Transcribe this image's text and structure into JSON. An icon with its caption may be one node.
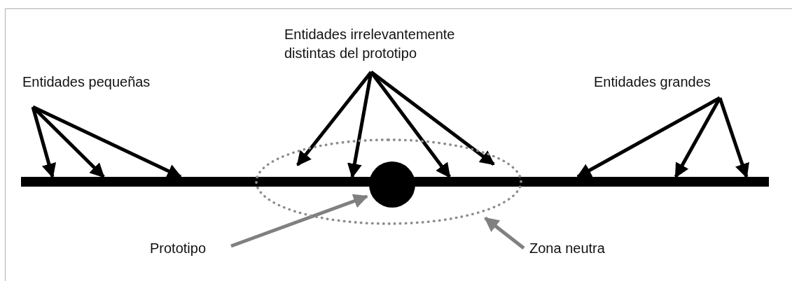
{
  "diagram": {
    "nodes": [
      {
        "text": [
          "Entidades pequeñas"
        ]
      },
      {
        "text": [
          "Entidades irrelevantemente distintas del prototipo"
        ]
      },
      {
        "text": [
          "Entidades grandes"
        ]
      },
      {
        "text": [],
        "shape": "ellipse"
      },
      {
        "text": [],
        "shape": "circle",
        "in": 3
      },
      {
        "text": [
          "Prototipo"
        ]
      },
      {
        "text": [
          "Zona neutra"
        ]
      },
      {
        "text": [],
        "shape": "bar"
      }
    ],
    "edges": [
      {
        "from": 0,
        "to": 7,
        "arrow": "to"
      },
      {
        "from": 0,
        "to": 7,
        "arrow": "to"
      },
      {
        "from": 0,
        "to": 7,
        "arrow": "to"
      },
      {
        "from": 1,
        "to": 3,
        "arrow": "to"
      },
      {
        "from": 1,
        "to": 7,
        "arrow": "to"
      },
      {
        "from": 1,
        "to": 7,
        "arrow": "to"
      },
      {
        "from": 1,
        "to": 3,
        "arrow": "to"
      },
      {
        "from": 2,
        "to": 7,
        "arrow": "to"
      },
      {
        "from": 2,
        "to": 7,
        "arrow": "to"
      },
      {
        "from": 2,
        "to": 7,
        "arrow": "to"
      },
      {
        "from": 5,
        "to": 4,
        "arrow": "to",
        "color": "#808080"
      },
      {
        "from": 6,
        "to": 3,
        "arrow": "to",
        "color": "#808080"
      }
    ]
  }
}
